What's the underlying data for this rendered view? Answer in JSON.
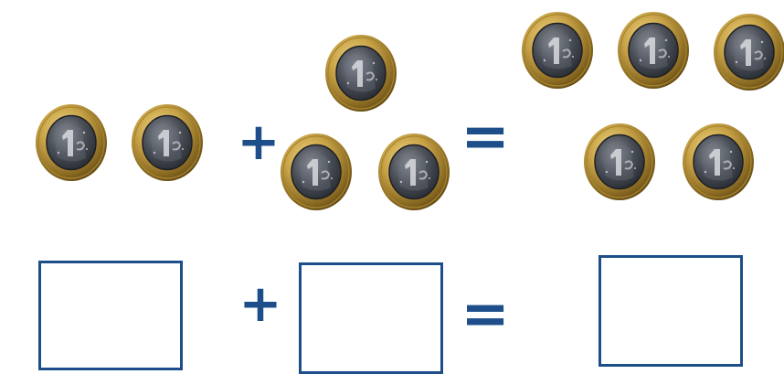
{
  "worksheet": {
    "equation": {
      "group_1": {
        "coin_count": 2
      },
      "plus_symbol": "+",
      "group_2": {
        "coin_count": 3
      },
      "equals_symbol": "=",
      "result": {
        "coin_count": 5
      }
    },
    "answer_row": {
      "plus_symbol": "+",
      "equals_symbol": "=",
      "boxes": [
        {
          "value": ""
        },
        {
          "value": ""
        },
        {
          "value": ""
        }
      ]
    },
    "colors": {
      "symbol": "#1d4e89",
      "box_border": "#1d4e89",
      "coin_ring": "#c8a347",
      "coin_center": "#3b3f47"
    },
    "coin_icon": "one-euro-coin-icon",
    "coin_face_text": "1"
  }
}
